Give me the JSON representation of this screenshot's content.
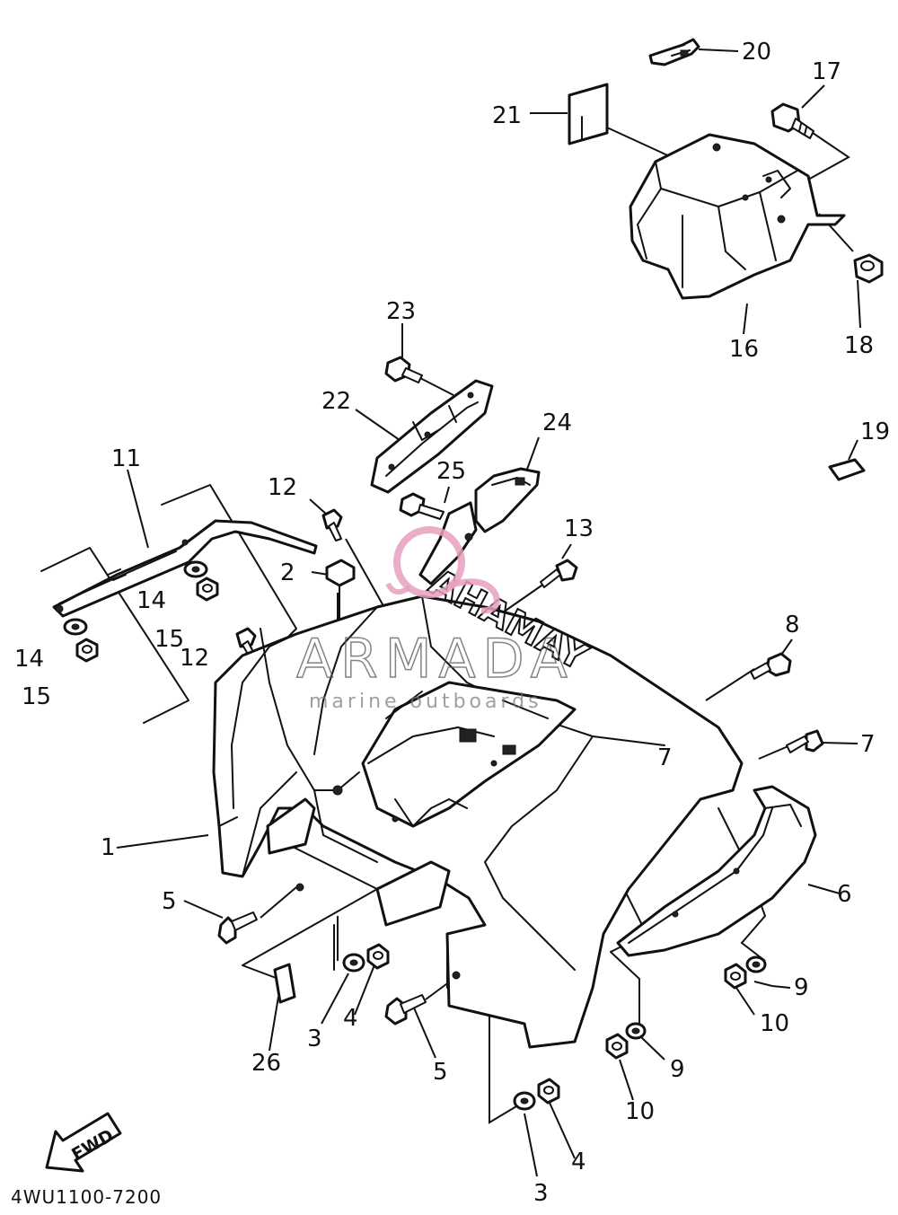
{
  "callouts": {
    "c1": "1",
    "c2": "2",
    "c3a": "3",
    "c3b": "3",
    "c4a": "4",
    "c4b": "4",
    "c5a": "5",
    "c5b": "5",
    "c6": "6",
    "c7a": "7",
    "c7b": "7",
    "c8": "8",
    "c9a": "9",
    "c9b": "9",
    "c10a": "10",
    "c10b": "10",
    "c11": "11",
    "c12a": "12",
    "c12b": "12",
    "c13": "13",
    "c14a": "14",
    "c14b": "14",
    "c15a": "15",
    "c15b": "15",
    "c16": "16",
    "c17": "17",
    "c18": "18",
    "c19": "19",
    "c20": "20",
    "c21": "21",
    "c22": "22",
    "c23": "23",
    "c24": "24",
    "c25": "25",
    "c26": "26"
  },
  "drawing_code": "4WU1100-7200",
  "direction_arrow_label": "FWD",
  "fender_emblem": "YAMAHA",
  "watermark": {
    "brand": "ARMADA",
    "tagline": "marine outboards",
    "accent_color": "#e8a0c0"
  },
  "colors": {
    "line": "#111111",
    "background": "#ffffff"
  }
}
